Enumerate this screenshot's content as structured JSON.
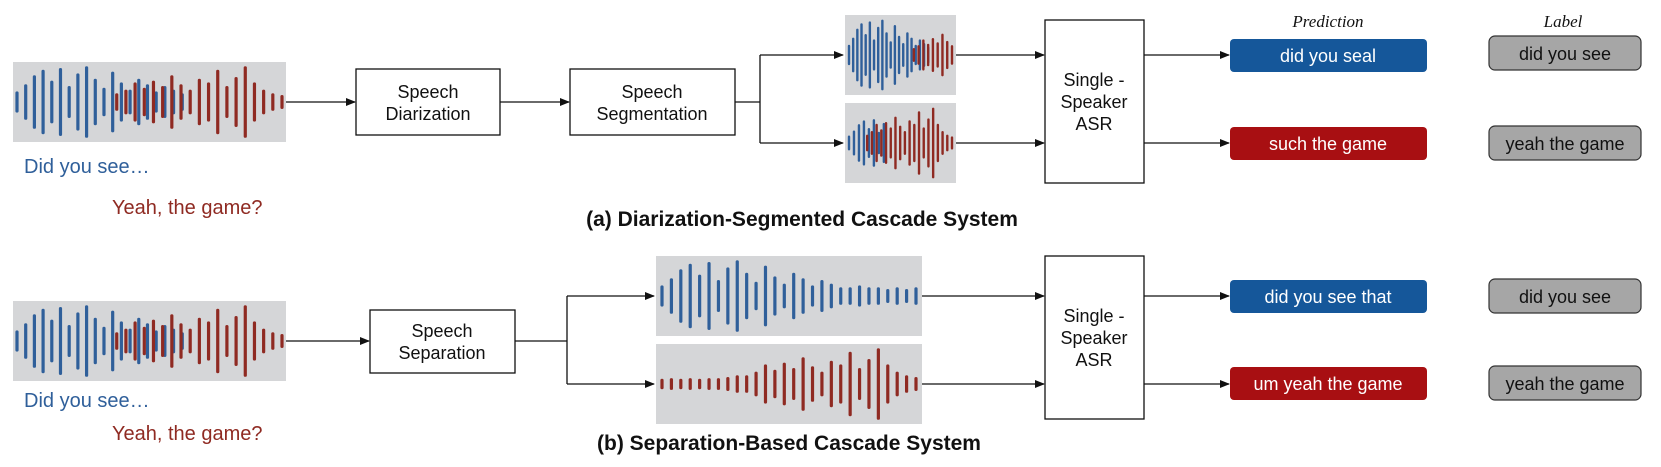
{
  "colors": {
    "speaker_a": "#2f5f9a",
    "speaker_b": "#8f2a22",
    "pred_a_fill": "#15579a",
    "pred_b_fill": "#a80f12",
    "label_fill": "#a6a6a6",
    "wave_bg": "#d5d6d8"
  },
  "headers": {
    "prediction": "Prediction",
    "label": "Label"
  },
  "panel_a": {
    "utterance_a": "Did  you  see…",
    "utterance_b": "Yeah, the game?",
    "diarization_line1": "Speech",
    "diarization_line2": "Diarization",
    "segmentation_line1": "Speech",
    "segmentation_line2": "Segmentation",
    "asr_line1": "Single -",
    "asr_line2": "Speaker",
    "asr_line3": "ASR",
    "prediction_1": "did you seal",
    "prediction_2": "such the game",
    "label_1": "did you see",
    "label_2": "yeah the game",
    "caption": "(a) Diarization-Segmented Cascade System"
  },
  "panel_b": {
    "utterance_a": "Did  you  see…",
    "utterance_b": "Yeah, the game?",
    "separation_line1": "Speech",
    "separation_line2": "Separation",
    "asr_line1": "Single -",
    "asr_line2": "Speaker",
    "asr_line3": "ASR",
    "prediction_1": "did you see that",
    "prediction_2": "um yeah the game",
    "label_1": "did you see",
    "label_2": "yeah the game",
    "caption": "(b) Separation-Based Cascade System"
  },
  "icons": {
    "waveform": "waveform-icon",
    "arrow": "arrow-icon"
  }
}
